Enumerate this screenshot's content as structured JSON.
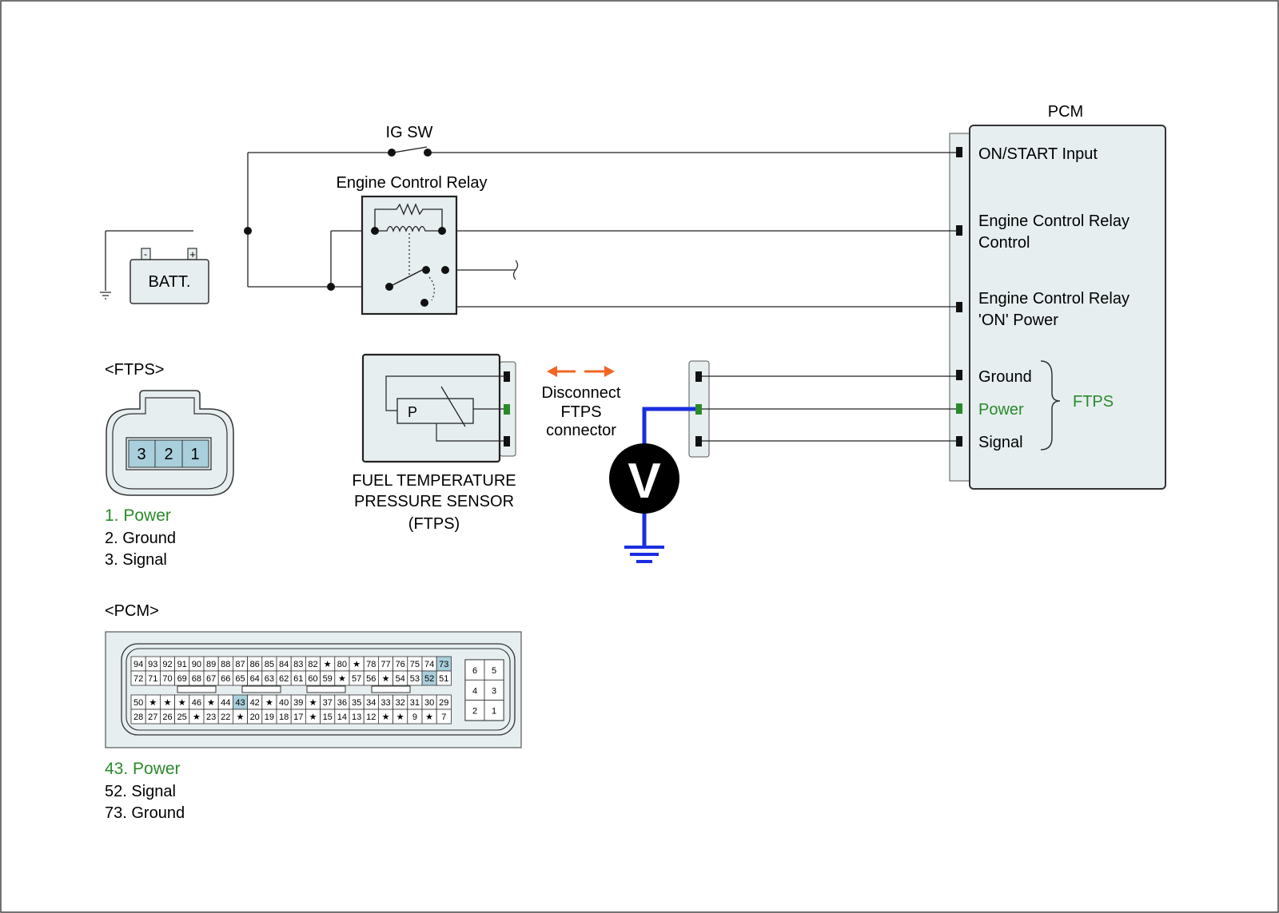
{
  "pcm": {
    "title": "PCM",
    "labels": {
      "on_start": "ON/START Input",
      "ecr_control_1": "Engine Control Relay",
      "ecr_control_2": "Control",
      "ecr_on_1": "Engine Control Relay",
      "ecr_on_2": "'ON' Power",
      "ground": "Ground",
      "power": "Power",
      "signal": "Signal",
      "ftps_group": "FTPS"
    }
  },
  "ig_sw": {
    "label": "IG SW"
  },
  "relay": {
    "label": "Engine Control Relay"
  },
  "battery": {
    "label": "BATT.",
    "neg": "-",
    "pos": "+"
  },
  "sensor": {
    "element_label": "P",
    "name_1": "FUEL TEMPERATURE",
    "name_2": "PRESSURE SENSOR",
    "name_3": "(FTPS)"
  },
  "disconnect": {
    "line1": "Disconnect",
    "line2": "FTPS",
    "line3": "connector"
  },
  "voltmeter": {
    "symbol": "V"
  },
  "ftps_connector": {
    "title": "<FTPS>",
    "pins": [
      "3",
      "2",
      "1"
    ],
    "legend": [
      "1. Power",
      "2. Ground",
      "3. Signal"
    ]
  },
  "pcm_connector": {
    "title": "<PCM>",
    "rows": [
      [
        "94",
        "93",
        "92",
        "91",
        "90",
        "89",
        "88",
        "87",
        "86",
        "85",
        "84",
        "83",
        "82",
        "★",
        "80",
        "★",
        "78",
        "77",
        "76",
        "75",
        "74",
        "73"
      ],
      [
        "72",
        "71",
        "70",
        "69",
        "68",
        "67",
        "66",
        "65",
        "64",
        "63",
        "62",
        "61",
        "60",
        "59",
        "★",
        "57",
        "56",
        "★",
        "54",
        "53",
        "52",
        "51"
      ],
      [
        "50",
        "★",
        "★",
        "★",
        "46",
        "★",
        "44",
        "43",
        "42",
        "★",
        "40",
        "39",
        "★",
        "37",
        "36",
        "35",
        "34",
        "33",
        "32",
        "31",
        "30",
        "29"
      ],
      [
        "28",
        "27",
        "26",
        "25",
        "★",
        "23",
        "22",
        "★",
        "20",
        "19",
        "18",
        "17",
        "★",
        "15",
        "14",
        "13",
        "12",
        "★",
        "★",
        "9",
        "★",
        "7"
      ]
    ],
    "highlighted": [
      "73",
      "52",
      "43"
    ],
    "side_pins": [
      [
        "6",
        "5"
      ],
      [
        "4",
        "3"
      ],
      [
        "2",
        "1"
      ]
    ],
    "legend": [
      "43. Power",
      "52. Signal",
      "73. Ground"
    ]
  },
  "colors": {
    "power_green": "#2a8a2a",
    "probe_blue": "#1a2ee0",
    "arrow_orange": "#f26522",
    "box_fill": "#e6eef0",
    "pin_highlight": "#a9cfdc"
  }
}
